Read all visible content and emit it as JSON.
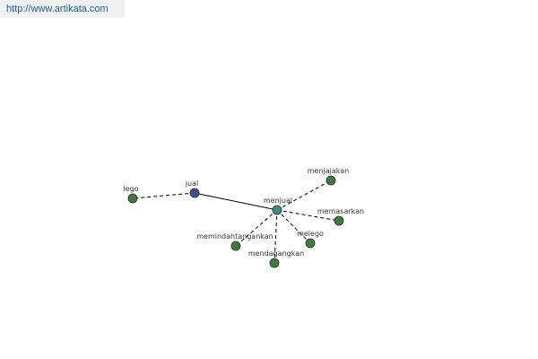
{
  "header": {
    "source_url": "http://www.artikata.com"
  },
  "colors": {
    "root": "#3b4e9a",
    "hub": "#3f8c84",
    "leaf": "#3f7a3f",
    "banner_text": "#1f5fa6"
  },
  "graph": {
    "nodes": [
      {
        "id": "jual",
        "label": "jual",
        "role": "root"
      },
      {
        "id": "menjual",
        "label": "menjual",
        "role": "hub"
      },
      {
        "id": "lego",
        "label": "lego",
        "role": "leaf"
      },
      {
        "id": "menjajakan",
        "label": "menjajakan",
        "role": "leaf"
      },
      {
        "id": "memasarkan",
        "label": "memasarkan",
        "role": "leaf"
      },
      {
        "id": "melego",
        "label": "melego",
        "role": "leaf"
      },
      {
        "id": "mendagangkan",
        "label": "mendagangkan",
        "role": "leaf"
      },
      {
        "id": "memindahtangankan",
        "label": "memindahtangankan",
        "role": "leaf"
      }
    ],
    "edges": [
      {
        "from": "jual",
        "to": "menjual",
        "style": "solid"
      },
      {
        "from": "jual",
        "to": "lego",
        "style": "dashed"
      },
      {
        "from": "menjual",
        "to": "menjajakan",
        "style": "dashed"
      },
      {
        "from": "menjual",
        "to": "memasarkan",
        "style": "dashed"
      },
      {
        "from": "menjual",
        "to": "melego",
        "style": "dashed"
      },
      {
        "from": "menjual",
        "to": "mendagangkan",
        "style": "dashed"
      },
      {
        "from": "menjual",
        "to": "memindahtangankan",
        "style": "dashed"
      }
    ]
  }
}
